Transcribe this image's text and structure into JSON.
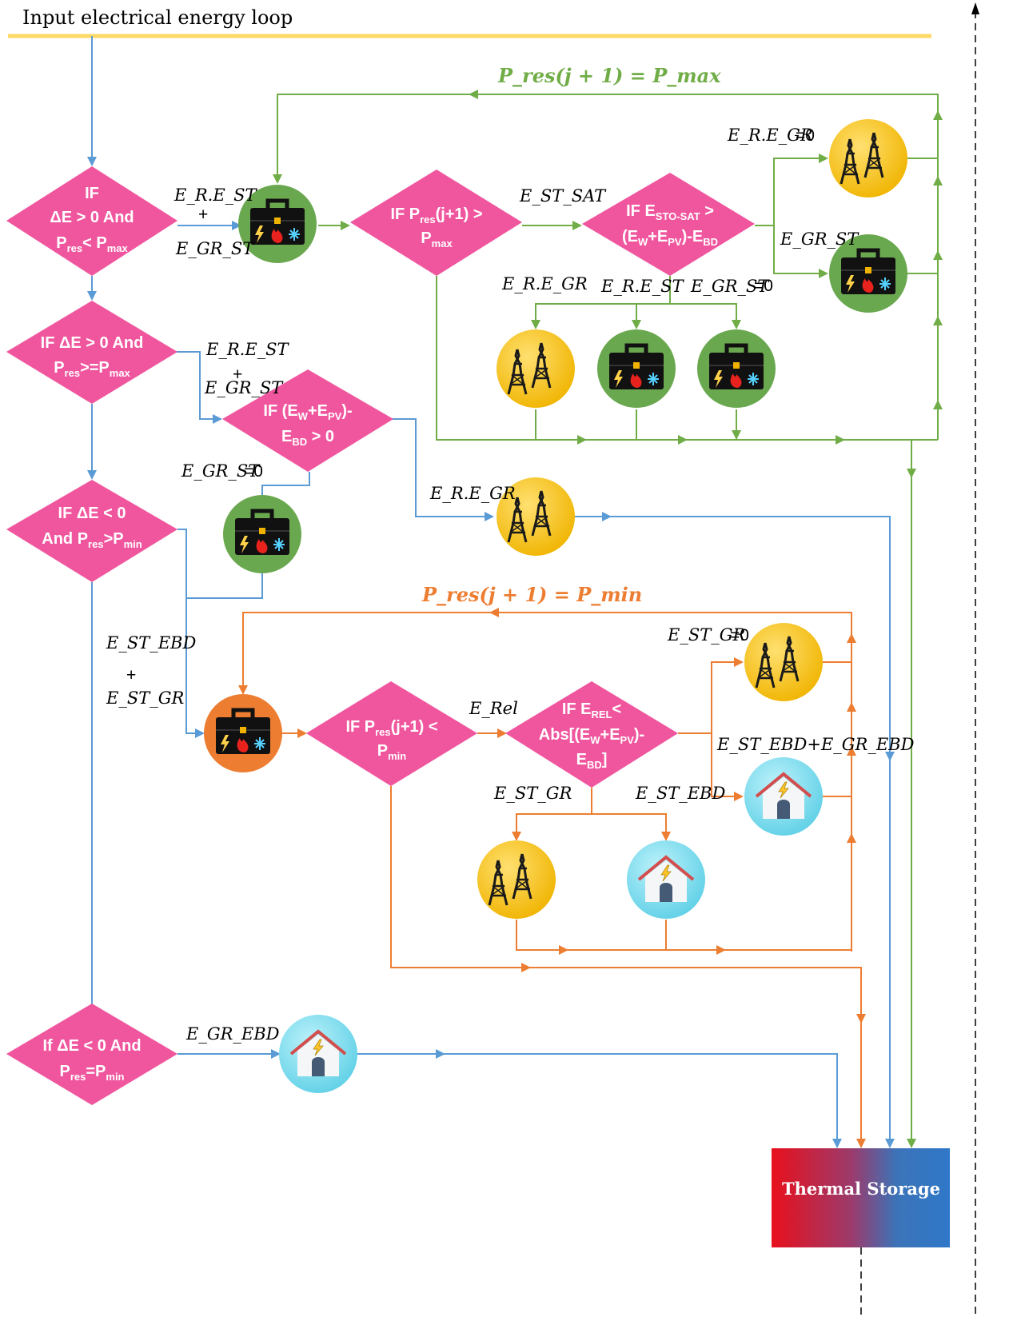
{
  "title": "Input electrical energy loop",
  "headers": {
    "green_eq": "P_res(j + 1) = P_max",
    "orange_eq": "P_res(j + 1) = P_min"
  },
  "decisions": {
    "d1": {
      "l1": "IF",
      "l2": "ΔE > 0 And",
      "l3a": "P",
      "l3b": "res",
      "l3c": "< P",
      "l3d": "max"
    },
    "d2": {
      "l1": "IF ΔE > 0 And",
      "l2a": "P",
      "l2b": "res",
      "l2c": ">=P",
      "l2d": "max"
    },
    "d3": {
      "l1": "IF ΔE < 0",
      "l2a": "And P",
      "l2b": "res",
      "l2c": ">P",
      "l2d": "min"
    },
    "d4": {
      "l1": "If ΔE < 0 And",
      "l2a": "P",
      "l2b": "res",
      "l2c": "=P",
      "l2d": "min"
    },
    "g1": {
      "l1a": "IF P",
      "l1b": "res",
      "l1c": "(j+1) >",
      "l2a": "P",
      "l2b": "max"
    },
    "g2": {
      "l1a": "IF E",
      "l1b": "STO-SAT",
      "l1c": " >",
      "l2a": "(E",
      "l2b": "W",
      "l2c": "+E",
      "l2d": "PV",
      "l2e": ")-E",
      "l2f": "BD"
    },
    "b1": {
      "l1a": "IF (E",
      "l1b": "W",
      "l1c": "+E",
      "l1d": "PV",
      "l1e": ")-",
      "l2a": "E",
      "l2b": "BD",
      "l2c": " > 0"
    },
    "o1": {
      "l1a": "IF P",
      "l1b": "res",
      "l1c": "(j+1) <",
      "l2a": "P",
      "l2b": "min"
    },
    "o2": {
      "l1a": "IF E",
      "l1b": "REL",
      "l1c": "<",
      "l2a": "Abs[(E",
      "l2b": "W",
      "l2c": "+E",
      "l2d": "PV",
      "l2e": ")-",
      "l3a": "E",
      "l3b": "BD",
      "l3c": "]"
    }
  },
  "labels": {
    "ere_st_1": "E_R.E_ST",
    "plus_1": "+",
    "egr_st_1": "E_GR_ST",
    "est_sat": "E_ST_SAT",
    "ere_gr_zero": "E_R.E_GR",
    "eq_zero_1": "=0",
    "egr_st_2": "E_GR_ST",
    "ere_gr_2": "E_R.E_GR",
    "ere_st_2": "E_R.E_ST",
    "egr_st_3": "E_GR_ST",
    "eq_zero_2": "=0",
    "ere_st_3": "E_R.E_ST",
    "plus_2": "+",
    "egr_st_4": "E_GR_ST",
    "egr_st_5": "E_GR_ST",
    "eq_zero_3": "=0",
    "ere_gr_3": "E_R.E_GR",
    "est_ebd_1": "E_ST_EBD",
    "plus_3": "+",
    "est_gr_1": "E_ST_GR",
    "erel": "E_Rel",
    "est_gr_zero": "E_ST_GR",
    "eq_zero_4": "=0",
    "est_ebd_gr_ebd_a": "E_ST_EBD",
    "plus_4": "+",
    "est_ebd_gr_ebd_b": "E_GR_EBD",
    "est_gr_2": "E_ST_GR",
    "est_ebd_2": "E_ST_EBD",
    "egr_ebd": "E_GR_EBD"
  },
  "storage": {
    "label": "Thermal Storage"
  },
  "colors": {
    "pink": "#f0569e",
    "blue": "#5b9bd5",
    "green": "#70ad47",
    "orange": "#ed7d31",
    "yellow_line": "#ffd966"
  }
}
